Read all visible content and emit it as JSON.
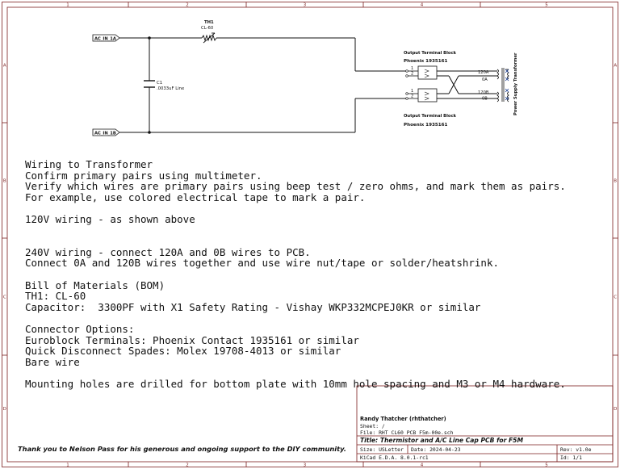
{
  "border": {
    "columns": [
      "1",
      "2",
      "3",
      "4",
      "5"
    ],
    "rows": [
      "A",
      "B",
      "C",
      "D"
    ]
  },
  "schematic": {
    "ac_in_a": "AC_IN_1A",
    "ac_in_b": "AC_IN_1B",
    "th1_ref": "TH1",
    "th1_value": "CL-60",
    "c1_ref": "C1",
    "c1_value": ".0033uF Line",
    "tb_top_label": "Output Terminal Block",
    "tb_top_part": "Phoenix 1935161",
    "tb_bottom_label": "Output Terminal Block",
    "tb_bottom_part": "Phoenix 1935161",
    "pin_1": "1",
    "pin_2": "2",
    "wire_120a": "120A",
    "wire_0a": "0A",
    "wire_120b": "120B",
    "wire_0b": "0B",
    "transformer_label": "Power Supply Transformer"
  },
  "notes": [
    "Wiring to Transformer",
    "Confirm primary pairs using multimeter.",
    "Verify which wires are primary pairs using beep test / zero ohms, and mark them as pairs.",
    "For example, use colored electrical tape to mark a pair.",
    "",
    "120V wiring - as shown above",
    "",
    "",
    "240V wiring - connect 120A and 0B wires to PCB.",
    "Connect 0A and 120B wires together and use wire nut/tape or solder/heatshrink.",
    "",
    "Bill of Materials (BOM)",
    "TH1: CL-60",
    "Capacitor:  3300PF with X1 Safety Rating - Vishay WKP332MCPEJ0KR or similar",
    "",
    "Connector Options:",
    "Euroblock Terminals: Phoenix Contact 1935161 or similar",
    "Quick Disconnect Spades: Molex 19708-4013 or similar",
    "Bare wire",
    "",
    "Mounting holes are drilled for bottom plate with 10mm hole spacing and M3 or M4 hardware."
  ],
  "thanks": "Thank you to Nelson Pass for his generous and ongoing support to the DIY community.",
  "title_block": {
    "author": "Randy Thatcher (rhthatcher)",
    "sheet": "Sheet: /",
    "file": "File: RHT CL60 PCB F5m-00e.sch",
    "title": "Title: Thermistor and A/C Line Cap PCB for F5M",
    "size": "Size: USLetter",
    "date": "Date: 2024-04-23",
    "rev": "Rev: v1.0e",
    "tool": "KiCad E.D.A. 8.0.1-rc1",
    "id": "Id: 1/1"
  }
}
